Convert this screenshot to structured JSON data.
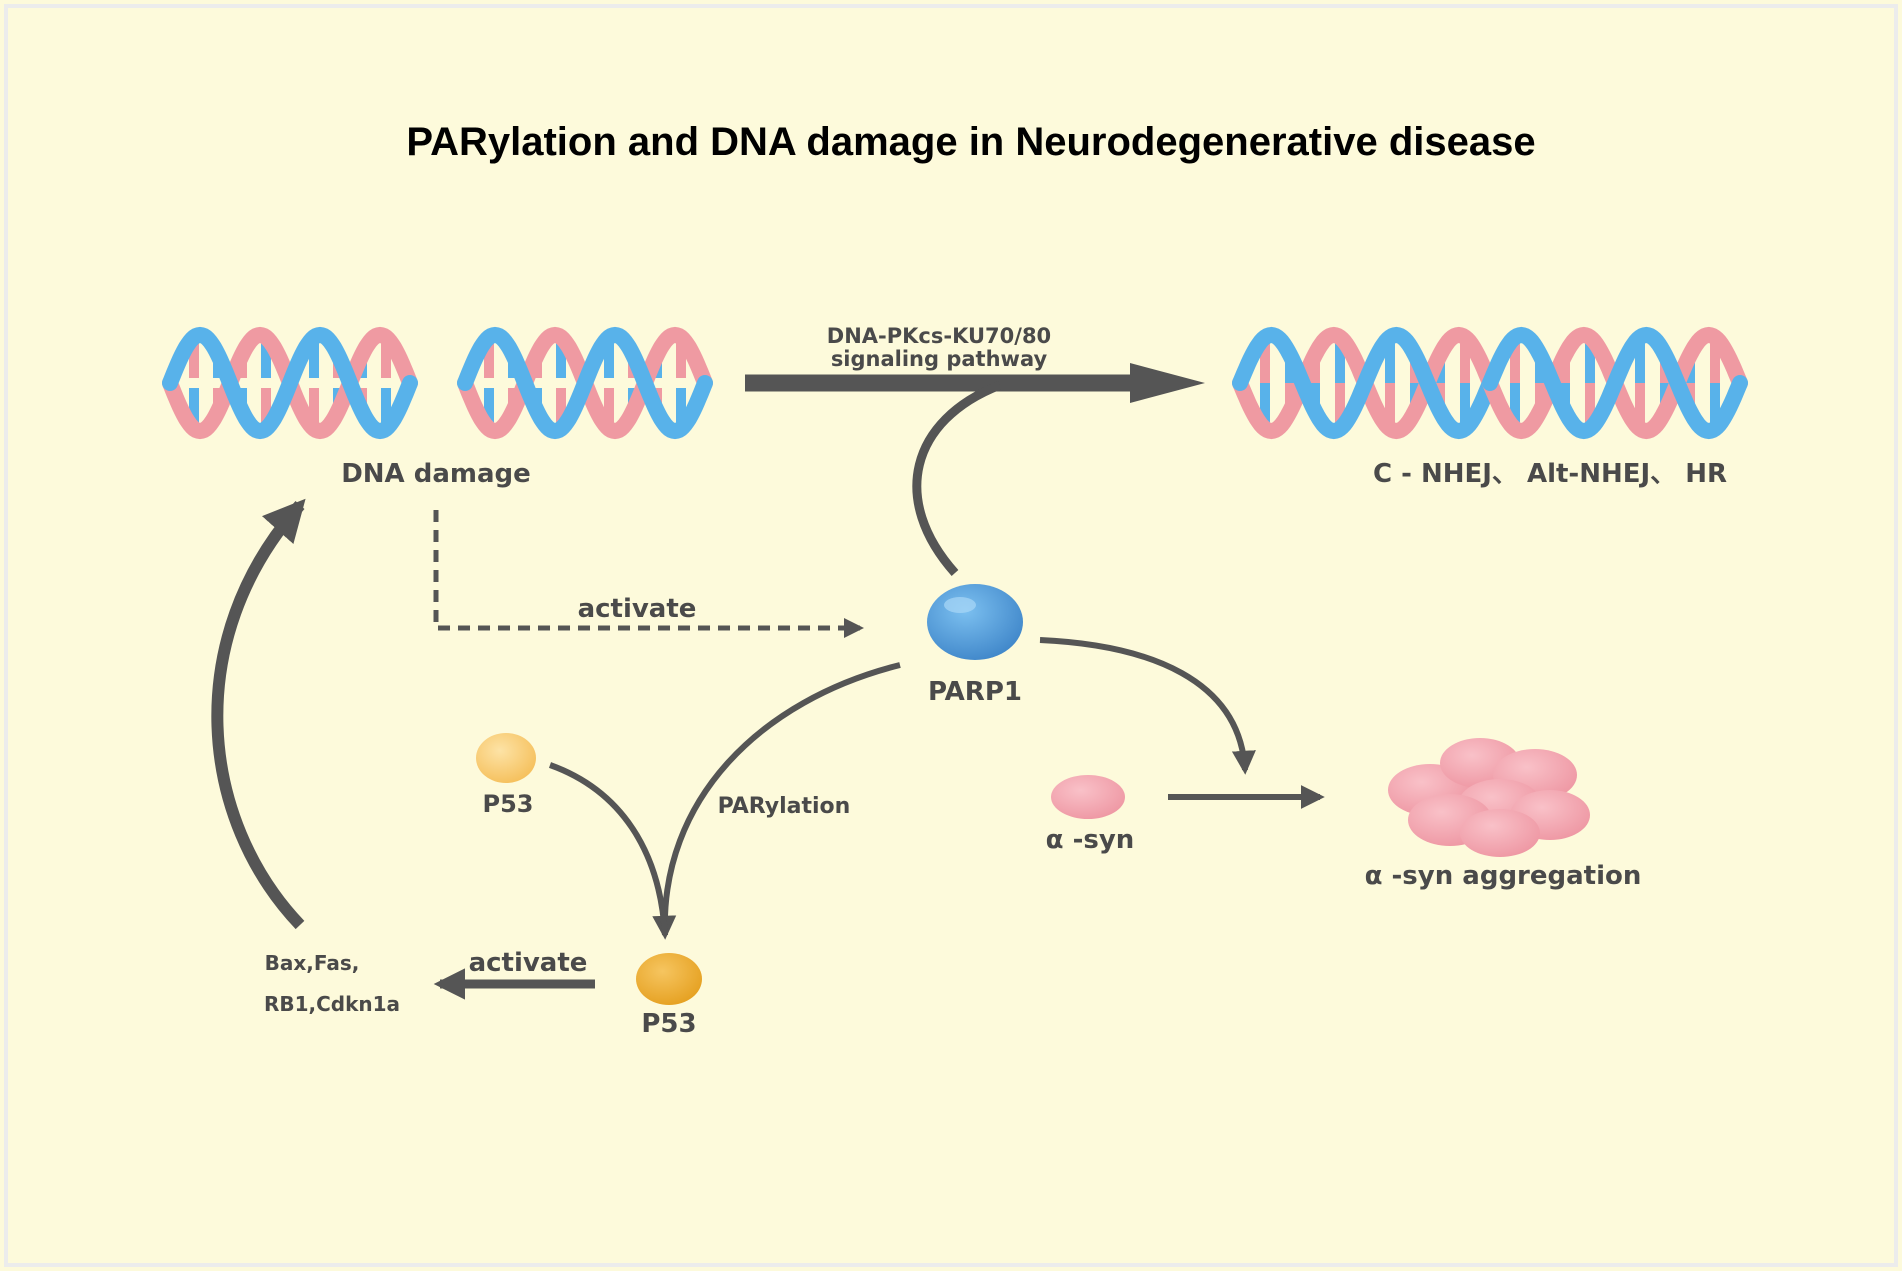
{
  "title": "PARylation and DNA damage in Neurodegenerative disease",
  "labels": {
    "dna_damage": "DNA damage",
    "pathway_line1": "DNA-PKcs-KU70/80",
    "pathway_line2": "signaling pathway",
    "repair": "C - NHEJ、 Alt-NHEJ、 HR",
    "activate_dashed": "activate",
    "parp1": "PARP1",
    "parylation": "PARylation",
    "p53_top": "P53",
    "p53_bottom": "P53",
    "activate_bottom": "activate",
    "targets_line1": "Bax,Fas,",
    "targets_line2": "RB1,Cdkn1a",
    "asyn": "α -syn",
    "asyn_aggregation": "α -syn aggregation"
  },
  "colors": {
    "background": "#fdfadb",
    "border": "#ececec",
    "arrow": "#555555",
    "text": "#4a4a4a",
    "dna_blue": "#58b2ea",
    "dna_pink": "#ef9aa2",
    "parp1": "#4a97d8",
    "p53_light": "#f8cc78",
    "p53_dark": "#efb03a",
    "asyn": "#f4a7b1"
  }
}
